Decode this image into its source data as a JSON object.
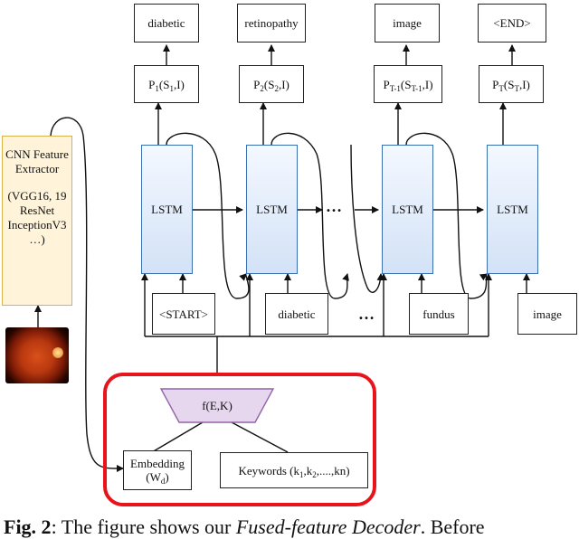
{
  "outputs": {
    "w1": "diabetic",
    "w2": "retinopathy",
    "w3": "image",
    "w4": "<END>"
  },
  "probs": {
    "p1": {
      "P": "P",
      "sub": "1",
      "open": "(S",
      "sub2": "1",
      "close": ",I)"
    },
    "p2": {
      "P": "P",
      "sub": "2",
      "open": "(S",
      "sub2": "2",
      "close": ",I)"
    },
    "p3": {
      "P": "P",
      "sub": "T-1",
      "open": "(S",
      "sub2": "T-1",
      "close": ",I)"
    },
    "p4": {
      "P": "P",
      "sub": "T",
      "open": "(S",
      "sub2": "T",
      "close": ",I)"
    }
  },
  "lstm_label": "LSTM",
  "ellipsis": "…",
  "inputs": {
    "i1": "<START>",
    "i2": "diabetic",
    "i3": "fundus",
    "i4": "image"
  },
  "cnn": {
    "line1": "CNN Feature",
    "line2": "Extractor",
    "line3": "(VGG16, 19",
    "line4": "ResNet",
    "line5": "InceptionV3",
    "line6": "…)"
  },
  "fusion": {
    "function": "f(E,K)",
    "embedding_line1": "Embedding",
    "embedding_open": "(W",
    "embedding_sub": "d",
    "embedding_close": ")",
    "keywords": "Keywords (k",
    "k1": "1",
    "kmid": ",k",
    "k2": "2",
    "kend": ",....,kn)"
  },
  "caption": {
    "fig": "Fig. 2",
    "colon": ": The figure shows our ",
    "name": "Fused-feature Decoder",
    "rest": ". Before"
  },
  "colors": {
    "lstm_fill": "#d3e2f7",
    "lstm_border": "#3a6fb0",
    "cnn_fill": "#fff3d9",
    "cnn_border": "#d8b24a",
    "fusion_border": "#e8141c",
    "trapezoid_fill": "#e6d6ee",
    "trapezoid_border": "#9263a8"
  }
}
